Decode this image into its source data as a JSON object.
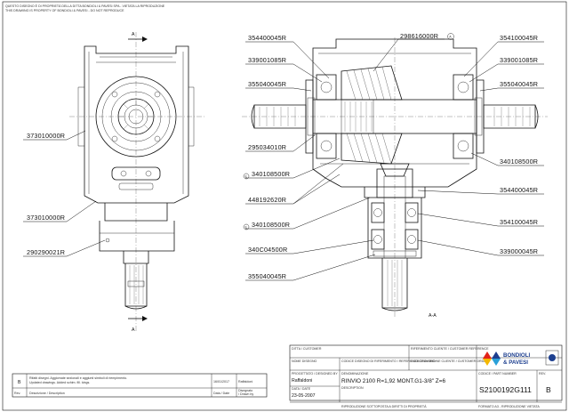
{
  "header_notes": [
    "QUESTO DISEGNO È DI PROPRIETÀ DELLA DITTA BONDIOLI & PAVESI SPA - VIETATA LA RIPRODUZIONE",
    "THIS DRAWING IS PROPERTY OF BONDIOLI & PAVESI - DO NOT REPRODUCE"
  ],
  "section_marks": {
    "top": "A",
    "bottom": "A",
    "section_view": "A-A"
  },
  "callouts_left": [
    "373010000R",
    "373010000R",
    "290290021R"
  ],
  "callouts_section_left": [
    "354400045R",
    "339001085R",
    "355040045R",
    "295034010R",
    "340108500R",
    "448192620R",
    "340108500R",
    "340C04500R",
    "355040045R"
  ],
  "callouts_section_left_prefix": [
    "",
    "",
    "",
    "",
    "E",
    "",
    "E",
    "",
    ""
  ],
  "callout_top_center": {
    "number": "298616000R",
    "symbol": "A"
  },
  "callouts_section_right": [
    "354100045R",
    "339001085R",
    "355040045R",
    "340108500R",
    "354400045R",
    "354100045R",
    "339000045R"
  ],
  "title_block": {
    "ditta_label": "DITTA / CUSTOMER",
    "rif_cliente_label": "RIFERIMENTO CLIENTE / CUSTOMER REFERENCE",
    "nome_disegno_label": "NOME DISEGNO",
    "ref_drawing_label": "CODICE DISEGNO DI RIFERIMENTO / REFERENCE DRAWING",
    "cod_cliente_label": "CODICE DI ORDINE CLIENTE / CUSTOMER ORDER",
    "progettato_label": "PROGETTATO / DESIGNED BY",
    "progettato_value": "Raffaldoni",
    "data_label": "DATA / DATE",
    "data_value": "23-05-2007",
    "denominazione_label": "DENOMINAZIONE",
    "denominazione_value": "RINVIO 2100 R=1,92 MONT.G1-3/8\" Z=6",
    "denominazione_sub": "DESCRIPTION",
    "codice_label": "CODICE / PART NUMBER",
    "codice_value": "S2100192G111",
    "rev_label": "REV.",
    "rev_value": "B",
    "footer_left": "RIPRODUZIONE SOTTOPOSTA A DIRITTI DI PROPRIETÀ",
    "footer_right": "FORMATO A3 - RIPRODUZIONE VIETATA"
  },
  "logo": {
    "line1": "BONDIOLI",
    "line2": "& PAVESI",
    "colors": [
      "#e2231a",
      "#f5b800",
      "#1d3f8f",
      "#2aa0d8"
    ]
  },
  "revision_block": {
    "rev": "B",
    "description_it": "Rifatti disegni. Aggiornate sezionali e aggiunti simboli di riempimento.",
    "description_en": "Updated drawings. Added schim. fill. kings.",
    "date": "16/01/2017",
    "drawn_by": "Raffaldoni",
    "header_rev": "Rev.",
    "header_desc": "Descrizione / Description",
    "header_date": "Data / Date",
    "header_drawn1": "Disegnato",
    "header_drawn2": "/ Drawn by"
  }
}
